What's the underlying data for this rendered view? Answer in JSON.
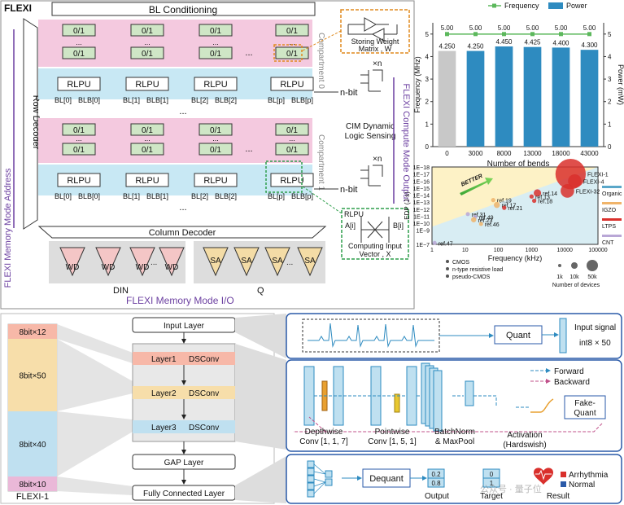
{
  "top_left": {
    "title": "FLEXI",
    "bl_conditioning": "BL Conditioning",
    "row_decoder": "Row Decoder",
    "column_decoder": "Column Decoder",
    "bit_cell": "0/1",
    "rlpu": "RLPU",
    "ellipsis": "...",
    "bl_labels": [
      "BL[0]",
      "BLB[0]",
      "BL[1]",
      "BLB[1]",
      "BL[2]",
      "BLB[2]",
      "BL[p]",
      "BLB[p]"
    ],
    "compartment_0": "Compartment 0",
    "compartment_1": "Compartment 1",
    "wd": "WD",
    "sa": "SA",
    "din": "DIN",
    "q": "Q",
    "memory_io": "FLEXI Memory Mode I/O",
    "memory_address": "FLEXI Memory Mode Address",
    "compute_output": "FLEXI Compute Mode Output",
    "storing_weight_1": "Storing Weight",
    "storing_weight_2": "Matrix , W",
    "xn": "×n",
    "nbit": "n-bit",
    "cim_1": "CIM Dynamic",
    "cim_2": "Logic Sensing",
    "rlpu_detail": "RLPU",
    "ai": "A[i]",
    "bi": "B[i]",
    "computing_1": "Computing Input",
    "computing_2": "Vector , X"
  },
  "chart_data": [
    {
      "type": "bar",
      "legend": [
        "Frequency",
        "Power"
      ],
      "colors": {
        "frequency": "#5cb85c",
        "power": "#2e8bc0",
        "first_bar": "#c8c8c8"
      },
      "categories": [
        "0",
        "3000",
        "8000",
        "13000",
        "18000",
        "43000"
      ],
      "series": [
        {
          "name": "Power",
          "values": [
            4.25,
            4.25,
            4.45,
            4.425,
            4.4,
            4.3
          ],
          "labels": [
            "4.250",
            "4.250",
            "4.450",
            "4.425",
            "4.400",
            "4.300"
          ]
        },
        {
          "name": "Frequency",
          "values": [
            5,
            5,
            5,
            5,
            5,
            5
          ],
          "labels": [
            "5.00",
            "5.00",
            "5.00",
            "5.00",
            "5.00",
            "5.00"
          ]
        }
      ],
      "xlabel": "Number of bends",
      "ylabel": "Frequency (MHz)",
      "ylabel_right": "Power (mW)",
      "ylim": [
        0,
        5.5
      ],
      "yticks": [
        "0",
        "1",
        "2",
        "3",
        "4",
        "5"
      ],
      "grid": false,
      "legend_position": "top"
    },
    {
      "type": "scatter",
      "xlabel": "Frequency (kHz)",
      "ylabel": "EDP (J·s)",
      "x_scale": "log",
      "y_scale": "log",
      "xticks": [
        "1",
        "10",
        "100",
        "1000",
        "10000",
        "100000"
      ],
      "yticks": [
        "1E−7",
        "1E−9",
        "1E−10",
        "1E−11",
        "1E−12",
        "1E−13",
        "1E−14",
        "1E−15",
        "1E−16",
        "1E−17",
        "1E−18"
      ],
      "annotation": "BETTER",
      "points": [
        {
          "label": "FLEXI-1",
          "x": 15000,
          "y_exp": -17,
          "devices": 50000,
          "group": "LTPS"
        },
        {
          "label": "FLEXI-4",
          "x": 20000,
          "y_exp": -16,
          "devices": 10000,
          "group": "LTPS"
        },
        {
          "label": "FLEXI-32",
          "x": 12000,
          "y_exp": -14.6,
          "devices": 10000,
          "group": "LTPS"
        },
        {
          "label": "ref.14",
          "x": 1500,
          "y_exp": -14.3,
          "devices": 3000,
          "group": "LTPS"
        },
        {
          "label": "ref.13",
          "x": 1000,
          "y_exp": -13.8,
          "devices": 1000,
          "group": "LTPS"
        },
        {
          "label": "ref.18",
          "x": 1200,
          "y_exp": -13.2,
          "devices": 1000,
          "group": "LTPS"
        },
        {
          "label": "ref.19",
          "x": 70,
          "y_exp": -13.3,
          "devices": 1000,
          "group": "IGZO"
        },
        {
          "label": "ref.17",
          "x": 90,
          "y_exp": -12.6,
          "devices": 2000,
          "group": "IGZO"
        },
        {
          "label": "ref.21",
          "x": 150,
          "y_exp": -12.2,
          "devices": 1000,
          "group": "LTPS"
        },
        {
          "label": "ref.31",
          "x": 12,
          "y_exp": -11.3,
          "devices": 800,
          "group": "CNT"
        },
        {
          "label": "ref.49",
          "x": 20,
          "y_exp": -10.9,
          "devices": 800,
          "group": "CNT"
        },
        {
          "label": "ref.23",
          "x": 18,
          "y_exp": -10.5,
          "devices": 1500,
          "group": "IGZO"
        },
        {
          "label": "ref.46",
          "x": 30,
          "y_exp": -9.9,
          "devices": 500,
          "group": "IGZO"
        },
        {
          "label": "ref.47",
          "x": 1.2,
          "y_exp": -7.2,
          "devices": 500,
          "group": "CNT"
        }
      ],
      "legend_groups": [
        {
          "name": "Organic",
          "color": "#5aa7c9"
        },
        {
          "name": "IGZO",
          "color": "#f0b46a"
        },
        {
          "name": "LTPS",
          "color": "#d9302c"
        },
        {
          "name": "CNT",
          "color": "#b9a7d6"
        }
      ],
      "legend_types": [
        "CMOS",
        "n-type resistive load",
        "pseudo-CMOS"
      ],
      "size_legend": [
        "1k",
        "10k",
        "50k"
      ],
      "size_title": "Number of devices"
    }
  ],
  "model": {
    "name": "FLEXI-1",
    "segments": [
      "8bit×12",
      "8bit×50",
      "8bit×40",
      "8bit×10"
    ],
    "layers": {
      "input": "Input Layer",
      "l1": "Layer1",
      "l2": "Layer2",
      "l3": "Layer3",
      "ds": "DSConv",
      "gap": "GAP Layer",
      "fc": "Fully Connected Layer"
    }
  },
  "panel1": {
    "quant": "Quant",
    "input_signal": "Input signal",
    "dims": "int8 × 50"
  },
  "panel2": {
    "forward": "Forward",
    "backward": "Backward",
    "depthwise_1": "Depthwise",
    "depthwise_2": "Conv [1, 1, 7]",
    "pointwise_1": "Pointwise",
    "pointwise_2": "Conv [1, 5, 1]",
    "bn_1": "BatchNorm",
    "bn_2": "& MaxPool",
    "act_1": "Activation",
    "act_2": "(Hardswish)",
    "fq_1": "Fake-",
    "fq_2": "Quant"
  },
  "panel3": {
    "dequant": "Dequant",
    "out_vals": [
      "0.2",
      "0.8"
    ],
    "tgt_vals": [
      "0",
      "1"
    ],
    "output": "Output",
    "target": "Target",
    "result": "Result",
    "arrhythmia": "Arrhythmia",
    "normal": "Normal",
    "watermark": "公众号 · 量子位"
  }
}
